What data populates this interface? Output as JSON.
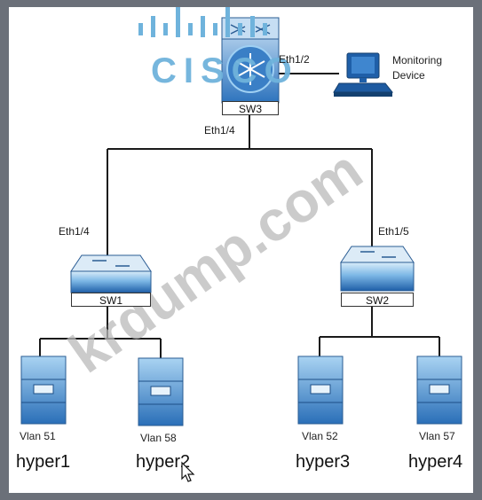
{
  "logo": {
    "text": "CISCO",
    "color": "#6fb3dc"
  },
  "watermark": {
    "text": "krdump.com",
    "color": "#b9b9b9"
  },
  "devices": {
    "core_switch": {
      "label": "SW3",
      "port_to_monitor": "Eth1/2",
      "port_down": "Eth1/4"
    },
    "monitor": {
      "line1": "Monitoring",
      "line2": "Device"
    },
    "sw1": {
      "label": "SW1",
      "port_up": "Eth1/4"
    },
    "sw2": {
      "label": "SW2",
      "port_up": "Eth1/5"
    }
  },
  "hosts": [
    {
      "vlan": "Vlan 51",
      "name": "hyper1"
    },
    {
      "vlan": "Vlan 58",
      "name": "hyper2"
    },
    {
      "vlan": "Vlan 52",
      "name": "hyper3"
    },
    {
      "vlan": "Vlan 57",
      "name": "hyper4"
    }
  ],
  "colors": {
    "device_blue": "#2b6fb5",
    "device_light": "#8fc3ea",
    "line": "#1a1a1a"
  }
}
